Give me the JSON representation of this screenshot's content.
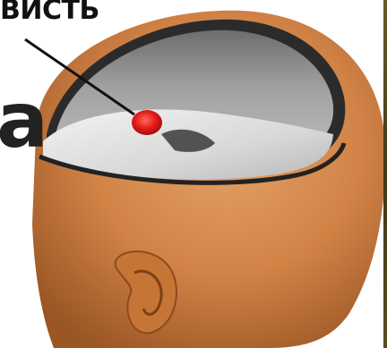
{
  "labels": {
    "top_text": "ВИСТЬ",
    "panel_letter": "а"
  },
  "colors": {
    "skin": "#d58a4c",
    "skin_shadow": "#a9612c",
    "brain_gray": "#9a9a9a",
    "white_matter": "#e6e6e6",
    "highlight_red": "#e02020"
  },
  "icons": {
    "marker": "red-activation-spot",
    "pointer": "black-leader-line"
  }
}
